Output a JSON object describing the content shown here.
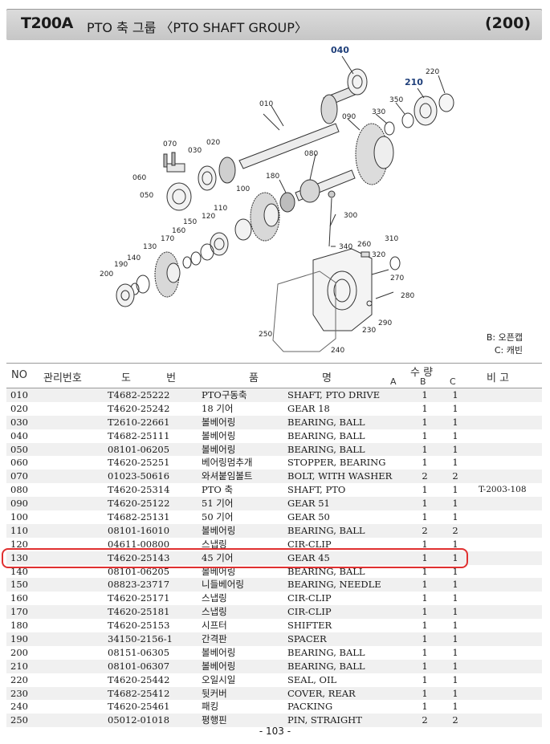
{
  "header": {
    "model": "T200A",
    "title": "PTO 축 그룹 〈PTO SHAFT GROUP〉",
    "group_code": "(200)"
  },
  "diagram": {
    "callouts": [
      "040",
      "210",
      "220",
      "350",
      "330",
      "010",
      "090",
      "070",
      "030",
      "020",
      "080",
      "060",
      "180",
      "050",
      "100",
      "300",
      "110",
      "120",
      "150",
      "160",
      "170",
      "340",
      "260",
      "310",
      "320",
      "130",
      "140",
      "190",
      "200",
      "270",
      "280",
      "290",
      "230",
      "250",
      "240"
    ],
    "notes": [
      "B: 오픈캡",
      "C: 캐빈"
    ]
  },
  "table": {
    "headers": {
      "no": "NO",
      "mgmt": "관리번호",
      "part": "도 번",
      "kr": "품",
      "en": "명",
      "qty": "수 량",
      "qty_a": "A",
      "qty_b": "B",
      "qty_c": "C",
      "remarks": "비 고"
    },
    "rows": [
      {
        "no": "010",
        "part": "T4682-25222",
        "kr": "PTO구동축",
        "en": "SHAFT, PTO DRIVE",
        "a": "",
        "b": "1",
        "c": "1",
        "note": ""
      },
      {
        "no": "020",
        "part": "T4620-25242",
        "kr": "18 기어",
        "en": "GEAR 18",
        "a": "",
        "b": "1",
        "c": "1",
        "note": ""
      },
      {
        "no": "030",
        "part": "T2610-22661",
        "kr": "볼베어링",
        "en": "BEARING, BALL",
        "a": "",
        "b": "1",
        "c": "1",
        "note": ""
      },
      {
        "no": "040",
        "part": "T4682-25111",
        "kr": "볼베어링",
        "en": "BEARING, BALL",
        "a": "",
        "b": "1",
        "c": "1",
        "note": ""
      },
      {
        "no": "050",
        "part": "08101-06205",
        "kr": "볼베어링",
        "en": "BEARING, BALL",
        "a": "",
        "b": "1",
        "c": "1",
        "note": ""
      },
      {
        "no": "060",
        "part": "T4620-25251",
        "kr": "베어링멈추개",
        "en": "STOPPER, BEARING",
        "a": "",
        "b": "1",
        "c": "1",
        "note": ""
      },
      {
        "no": "070",
        "part": "01023-50616",
        "kr": "와셔붙임볼트",
        "en": "BOLT, WITH WASHER",
        "a": "",
        "b": "2",
        "c": "2",
        "note": ""
      },
      {
        "no": "080",
        "part": "T4620-25314",
        "kr": "PTO 축",
        "en": "SHAFT, PTO",
        "a": "",
        "b": "1",
        "c": "1",
        "note": "T-2003-108"
      },
      {
        "no": "090",
        "part": "T4620-25122",
        "kr": "51 기어",
        "en": "GEAR 51",
        "a": "",
        "b": "1",
        "c": "1",
        "note": ""
      },
      {
        "no": "100",
        "part": "T4682-25131",
        "kr": "50 기어",
        "en": "GEAR 50",
        "a": "",
        "b": "1",
        "c": "1",
        "note": ""
      },
      {
        "no": "110",
        "part": "08101-16010",
        "kr": "볼베어링",
        "en": "BEARING, BALL",
        "a": "",
        "b": "2",
        "c": "2",
        "note": ""
      },
      {
        "no": "120",
        "part": "04611-00800",
        "kr": "스냅링",
        "en": "CIR-CLIP",
        "a": "",
        "b": "1",
        "c": "1",
        "note": ""
      },
      {
        "no": "130",
        "part": "T4620-25143",
        "kr": "45 기어",
        "en": "GEAR 45",
        "a": "",
        "b": "1",
        "c": "1",
        "note": ""
      },
      {
        "no": "140",
        "part": "08101-06205",
        "kr": "볼베어링",
        "en": "BEARING, BALL",
        "a": "",
        "b": "1",
        "c": "1",
        "note": ""
      },
      {
        "no": "150",
        "part": "08823-23717",
        "kr": "니들베어링",
        "en": "BEARING, NEEDLE",
        "a": "",
        "b": "1",
        "c": "1",
        "note": ""
      },
      {
        "no": "160",
        "part": "T4620-25171",
        "kr": "스냅링",
        "en": "CIR-CLIP",
        "a": "",
        "b": "1",
        "c": "1",
        "note": ""
      },
      {
        "no": "170",
        "part": "T4620-25181",
        "kr": "스냅링",
        "en": "CIR-CLIP",
        "a": "",
        "b": "1",
        "c": "1",
        "note": ""
      },
      {
        "no": "180",
        "part": "T4620-25153",
        "kr": "시프터",
        "en": "SHIFTER",
        "a": "",
        "b": "1",
        "c": "1",
        "note": ""
      },
      {
        "no": "190",
        "part": "34150-2156-1",
        "kr": "간격판",
        "en": "SPACER",
        "a": "",
        "b": "1",
        "c": "1",
        "note": ""
      },
      {
        "no": "200",
        "part": "08151-06305",
        "kr": "볼베어링",
        "en": "BEARING, BALL",
        "a": "",
        "b": "1",
        "c": "1",
        "note": ""
      },
      {
        "no": "210",
        "part": "08101-06307",
        "kr": "볼베어링",
        "en": "BEARING, BALL",
        "a": "",
        "b": "1",
        "c": "1",
        "note": ""
      },
      {
        "no": "220",
        "part": "T4620-25442",
        "kr": "오일시일",
        "en": "SEAL, OIL",
        "a": "",
        "b": "1",
        "c": "1",
        "note": ""
      },
      {
        "no": "230",
        "part": "T4682-25412",
        "kr": "뒷커버",
        "en": "COVER, REAR",
        "a": "",
        "b": "1",
        "c": "1",
        "note": ""
      },
      {
        "no": "240",
        "part": "T4620-25461",
        "kr": "패킹",
        "en": "PACKING",
        "a": "",
        "b": "1",
        "c": "1",
        "note": ""
      },
      {
        "no": "250",
        "part": "05012-01018",
        "kr": "평행핀",
        "en": "PIN, STRAIGHT",
        "a": "",
        "b": "2",
        "c": "2",
        "note": ""
      }
    ]
  },
  "page_number": "- 103 -",
  "colors": {
    "highlight": "#e03030",
    "callout_blue": "#1f3f7a"
  }
}
